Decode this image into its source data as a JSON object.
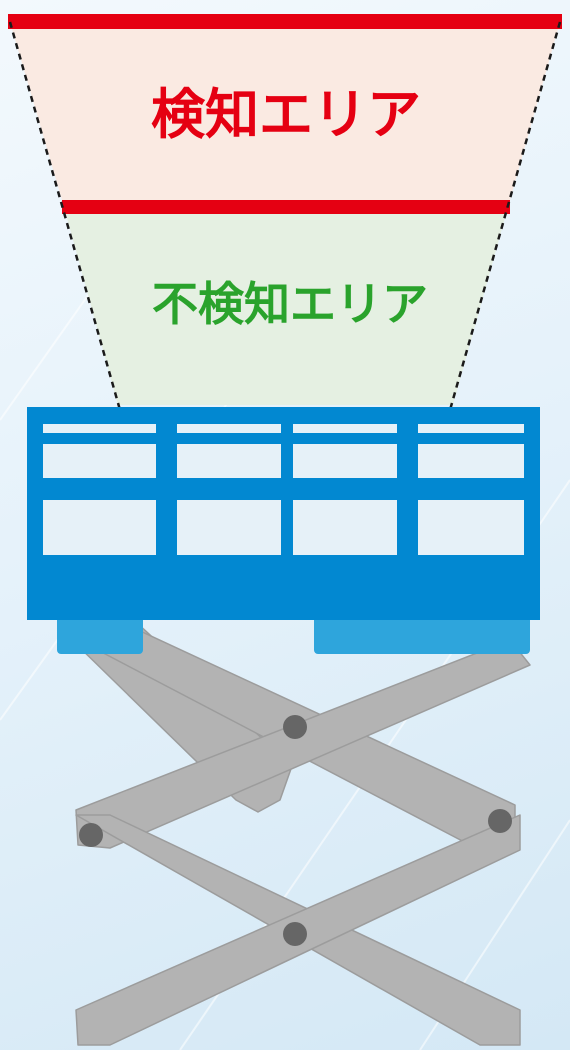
{
  "zones": {
    "detection": {
      "label": "検知エリア",
      "fill": "#faeae2",
      "line": "#e50012",
      "text_color": "#e50012"
    },
    "non_detection": {
      "label": "不検知エリア",
      "fill": "#e5f0e2",
      "text_color": "#2aa32c"
    }
  },
  "colors": {
    "background": "#e6f2fa",
    "platform": "#0288d1",
    "platform_window": "#e6f1f8",
    "platform_feet": "#2ea5dc",
    "scissor_arm": "#b3b3b3",
    "scissor_edge": "#9c9c9c",
    "pivot": "#666666",
    "cone_outline": "#1a1a1a"
  },
  "icons": [
    "scissor-lift-icon",
    "sensor-cone"
  ]
}
